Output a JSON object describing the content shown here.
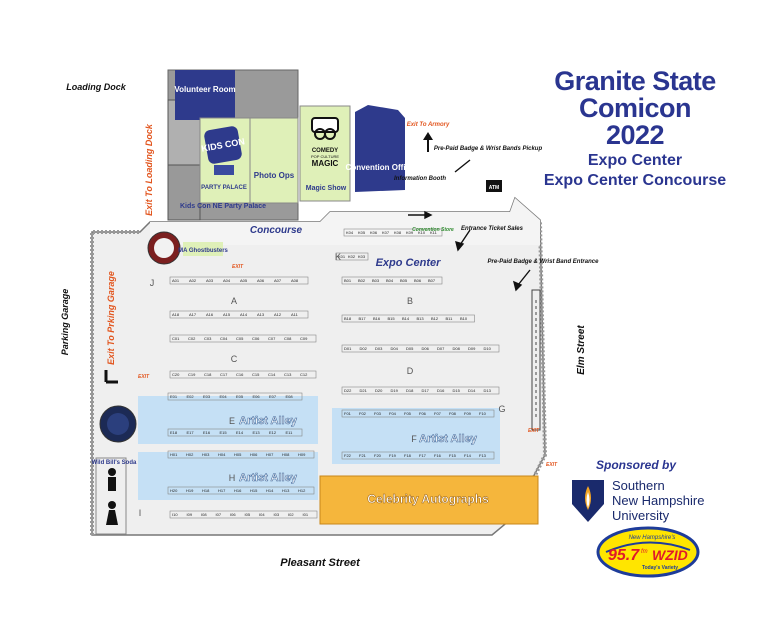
{
  "title": {
    "line1": "Granite State",
    "line2": "Comicon",
    "line3": "2022",
    "line4": "Expo Center",
    "line5": "Expo Center Concourse"
  },
  "streets": {
    "loading_dock": "Loading Dock",
    "parking_garage": "Parking Garage",
    "pleasant": "Pleasant Street",
    "elm": "Elm Street"
  },
  "labels": {
    "exit_loading": "Exit To Loading Dock",
    "exit_parking": "Exit To Prking Garage",
    "exit_armory": "Exit To Armory",
    "volunteer": "Volunteer Room",
    "kidscon": "KIDS CON",
    "party_palace": "PARTY PALACE",
    "kidscon_ne": "Kids Con NE Party Palace",
    "photo_ops": "Photo Ops",
    "comedy": "COMEDY",
    "comedy_sub": "POP CULTURE",
    "magic": "MAGIC",
    "magic_show": "Magic Show",
    "convention_office": "Convention Office",
    "info_booth": "Information Booth",
    "prepaid_pickup": "Pre-Paid Badge & Wrist Bands Pickup",
    "atm": "ATM",
    "concourse": "Concourse",
    "expo_center": "Expo Center",
    "convention_store": "Convention Store",
    "entrance_tickets": "Entrance Ticket Sales",
    "prepaid_entrance": "Pre-Paid Badge & Wrist Band Entrance",
    "ma_ghostbusters": "MA Ghostbusters",
    "wild_bills": "Wild Bill's Soda",
    "artist_alley": "Artist Alley",
    "celebrity": "Celebrity Autographs",
    "exit": "EXIT"
  },
  "sections": [
    "A",
    "B",
    "C",
    "D",
    "E",
    "F",
    "G",
    "H",
    "I",
    "J",
    "K"
  ],
  "booths": {
    "a_top": [
      "A01",
      "A02",
      "A03",
      "A04",
      "A05",
      "A06",
      "A07",
      "A08"
    ],
    "a_bottom": [
      "A18",
      "A17",
      "A16",
      "A15",
      "A14",
      "A13",
      "A12",
      "A11"
    ],
    "b_top": [
      "B01",
      "B02",
      "B03",
      "B04",
      "B05",
      "B06",
      "B07"
    ],
    "b_bottom": [
      "B18",
      "B17",
      "B16",
      "B15",
      "B14",
      "B13",
      "B12",
      "B11",
      "B10"
    ],
    "c_top": [
      "C01",
      "C02",
      "C03",
      "C04",
      "C05",
      "C06",
      "C07",
      "C08",
      "C09"
    ],
    "c_bottom": [
      "C20",
      "C19",
      "C18",
      "C17",
      "C16",
      "C15",
      "C14",
      "C13",
      "C12"
    ],
    "d_top": [
      "D01",
      "D02",
      "D03",
      "D04",
      "D05",
      "D06",
      "D07",
      "D08",
      "D09",
      "D10"
    ],
    "d_bottom": [
      "D22",
      "D21",
      "D20",
      "D19",
      "D18",
      "D17",
      "D16",
      "D15",
      "D14",
      "D13"
    ],
    "e_top": [
      "E01",
      "E02",
      "E03",
      "E04",
      "E05",
      "E06",
      "E07",
      "E08"
    ],
    "e_bottom": [
      "E18",
      "E17",
      "E16",
      "E15",
      "E14",
      "E13",
      "E12",
      "E11"
    ],
    "f_top": [
      "F01",
      "F02",
      "F03",
      "F04",
      "F05",
      "F06",
      "F07",
      "F08",
      "F09",
      "F10"
    ],
    "f_bottom": [
      "F22",
      "F21",
      "F20",
      "F19",
      "F18",
      "F17",
      "F16",
      "F15",
      "F14",
      "F13"
    ],
    "h_top": [
      "H01",
      "H02",
      "H03",
      "H04",
      "H05",
      "H06",
      "H07",
      "H08",
      "H09"
    ],
    "h_bottom": [
      "H20",
      "H19",
      "H18",
      "H17",
      "H16",
      "H15",
      "H14",
      "H13",
      "H12"
    ],
    "i_row": [
      "I10",
      "I09",
      "I08",
      "I07",
      "I06",
      "I05",
      "I04",
      "I03",
      "I02",
      "I01"
    ],
    "k_row": [
      "K04",
      "K05",
      "K06",
      "K07",
      "K08",
      "K09",
      "K10",
      "K11"
    ],
    "k_row2": [
      "K01",
      "K02",
      "K03"
    ]
  },
  "sponsor": {
    "label": "Sponsored by",
    "snhu_line1": "Southern",
    "snhu_line2": "New Hampshire",
    "snhu_line3": "University",
    "radio_top": "New Hampshire's",
    "radio_freq": "95.7",
    "radio_fm": "fm",
    "radio_call": "WZID",
    "radio_tag": "Today's Variety"
  },
  "colors": {
    "title_blue": "#2a3590",
    "building_gray": "#7a7a7a",
    "navy_room": "#2e3a8c",
    "green_room": "#dff0b8",
    "artist_blue": "#c5e0f5",
    "celebrity_orange": "#f5b63c",
    "exit_orange": "#e2561f",
    "floor_gray": "#e6e6e6"
  }
}
